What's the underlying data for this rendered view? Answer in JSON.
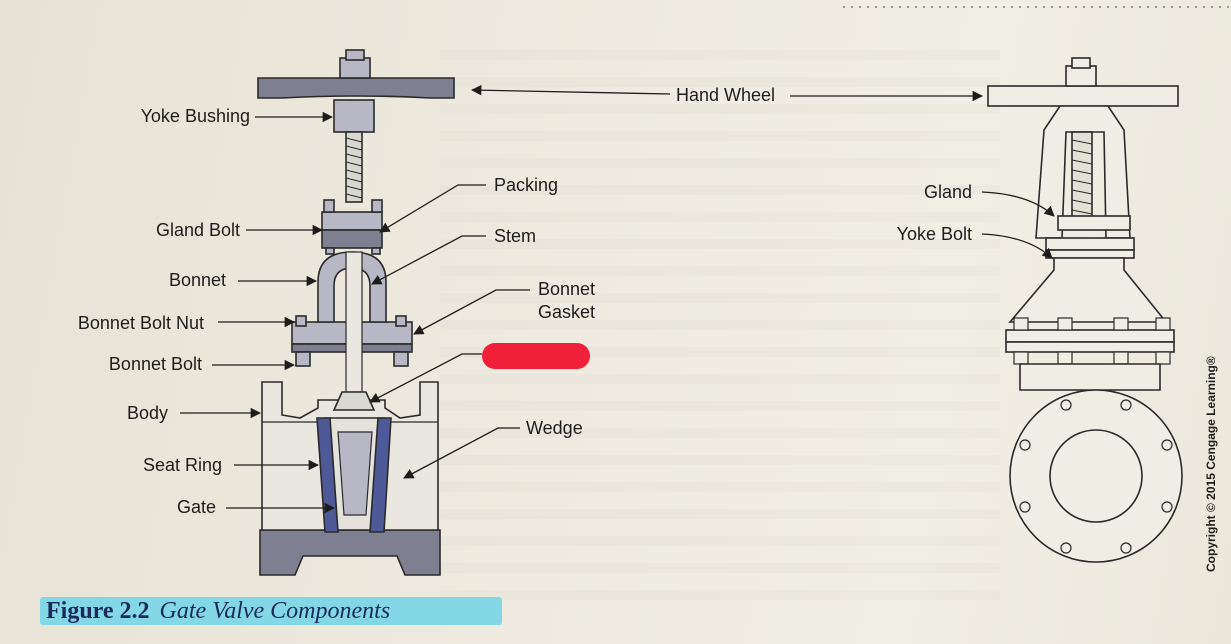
{
  "figure": {
    "number": "Figure 2.2",
    "title": "Gate Valve Components",
    "copyright": "Copyright © 2015 Cengage Learning®"
  },
  "left_labels": {
    "yoke_bushing": "Yoke Bushing",
    "gland_bolt": "Gland Bolt",
    "bonnet": "Bonnet",
    "bonnet_bolt_nut": "Bonnet Bolt Nut",
    "bonnet_bolt": "Bonnet Bolt",
    "body": "Body",
    "seat_ring": "Seat Ring",
    "gate": "Gate"
  },
  "center_labels": {
    "hand_wheel": "Hand Wheel",
    "packing": "Packing",
    "stem": "Stem",
    "bonnet_gasket_line1": "Bonnet",
    "bonnet_gasket_line2": "Gasket",
    "wedge": "Wedge"
  },
  "right_labels": {
    "gland": "Gland",
    "yoke_bolt": "Yoke Bolt"
  },
  "colors": {
    "part_fill": "#b7b7c5",
    "part_dark": "#7f7f92",
    "seat_ring": "#4e5a98",
    "outline": "#2a2a2a",
    "caption_highlight": "#84d8e5",
    "redaction": "#f0203a"
  }
}
